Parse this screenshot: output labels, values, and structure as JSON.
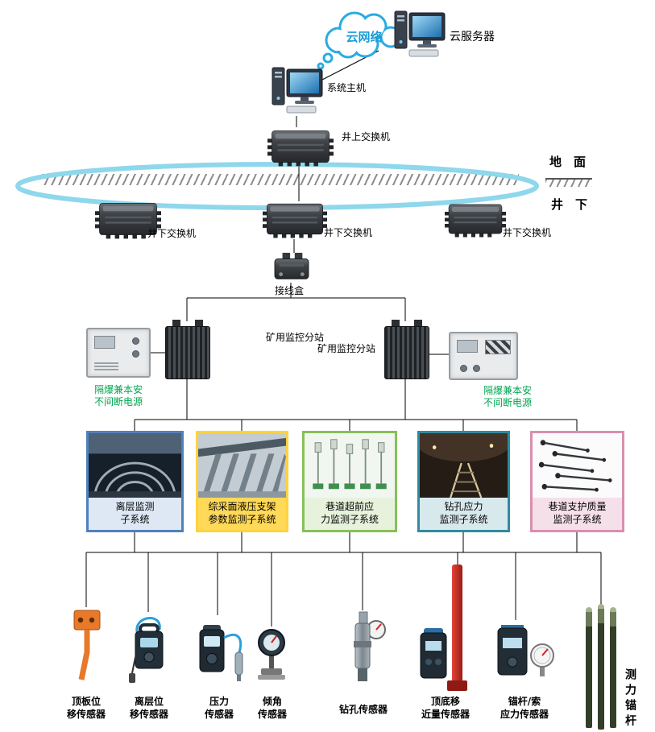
{
  "colors": {
    "ring": "#8ed7ec",
    "cloud_stroke": "#29abe2",
    "cloud_text": "#1b9cd8",
    "ups_label": "#00a651",
    "line": "#000000"
  },
  "top": {
    "cloud_label": "云网络",
    "cloud_server_label": "云服务器",
    "host_label": "系统主机",
    "surface_switch_label": "井上交换机",
    "ground_label": "地　面",
    "underground_label": "井　下"
  },
  "network": {
    "ug_switch_labels": [
      "井下交换机",
      "井下交换机",
      "井下交换机"
    ],
    "junction_label": "接线盒",
    "substation_left_label": "矿用监控分站",
    "substation_right_label": "矿用监控分站",
    "ups_left_label": "隔爆兼本安\n不间断电源",
    "ups_right_label": "隔爆兼本安\n不间断电源"
  },
  "subsystems": [
    {
      "label": "离层监测\n子系统",
      "border": "#4f81bd",
      "band": "#dde8f4"
    },
    {
      "label": "综采面液压支架\n参数监测子系统",
      "border": "#ffd23f",
      "band": "#ffd957"
    },
    {
      "label": "巷道超前应\n力监测子系统",
      "border": "#86c157",
      "band": "#e7f2dc"
    },
    {
      "label": "钻孔应力\n监测子系统",
      "border": "#2f8ba0",
      "band": "#d8e9ee"
    },
    {
      "label": "巷道支护质量\n监测子系统",
      "border": "#d98fae",
      "band": "#f5e0ea"
    }
  ],
  "sensors": [
    {
      "label": "顶板位\n移传感器"
    },
    {
      "label": "离层位\n移传感器"
    },
    {
      "label": "压力\n传感器"
    },
    {
      "label": "倾角\n传感器"
    },
    {
      "label": "钻孔传感器"
    },
    {
      "label": "顶底移\n近量传感器"
    },
    {
      "label": "锚杆/索\n应力传感器"
    },
    {
      "label": "测力锚杆"
    }
  ]
}
